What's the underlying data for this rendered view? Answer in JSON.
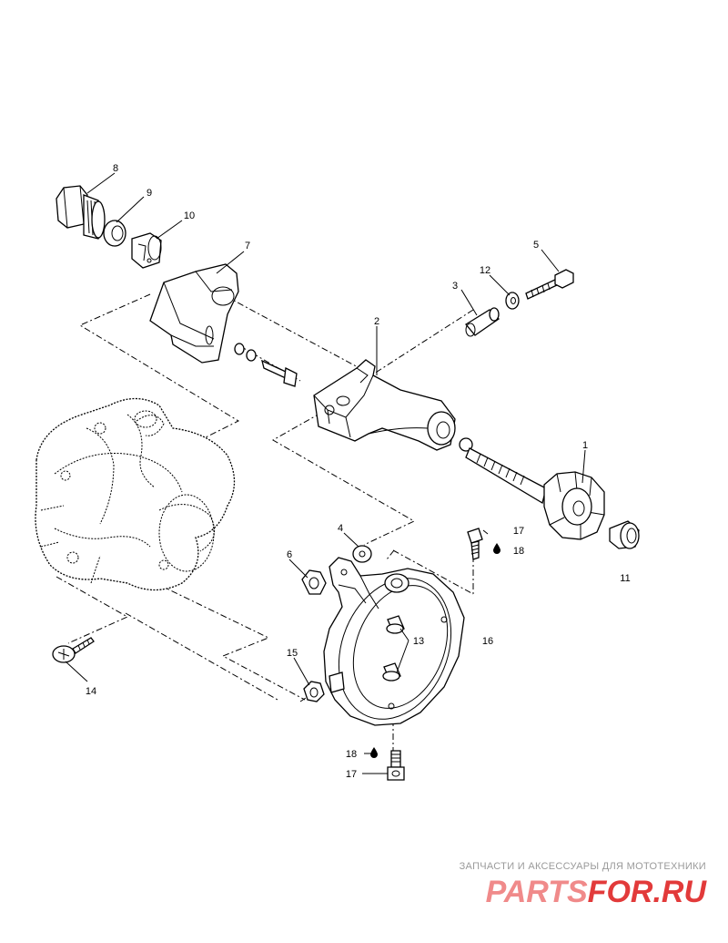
{
  "diagram": {
    "callouts": {
      "c1": "1",
      "c2": "2",
      "c3": "3",
      "c4": "4",
      "c5": "5",
      "c6": "6",
      "c7": "7",
      "c8": "8",
      "c9": "9",
      "c10": "10",
      "c11": "11",
      "c12": "12",
      "c13": "13",
      "c14": "14",
      "c15": "15",
      "c16": "16",
      "c17a": "17",
      "c18a": "18",
      "c18b": "18",
      "c17b": "17"
    }
  },
  "watermark": {
    "tagline": "ЗАПЧАСТИ И АКСЕССУАРЫ ДЛЯ МОТОТЕХНИКИ",
    "logo_left": "PARTS",
    "logo_right": "FOR.RU",
    "color_left": "#f08a8a",
    "color_right": "#e23a3a"
  }
}
